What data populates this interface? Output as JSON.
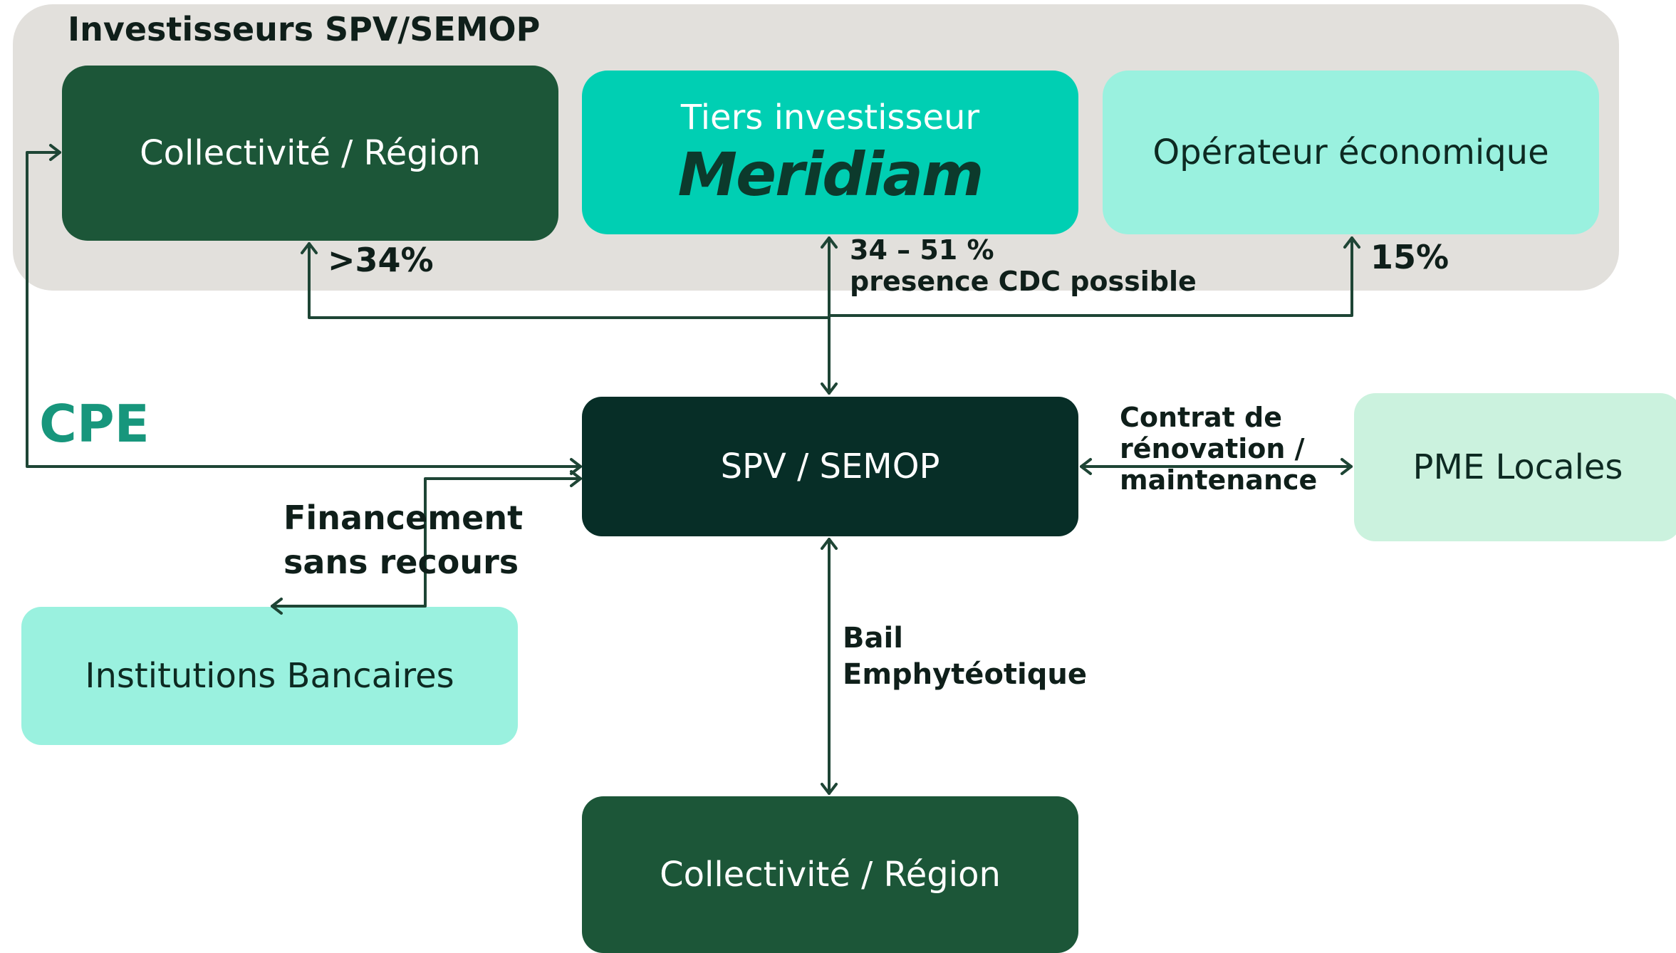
{
  "group": {
    "title": "Investisseurs SPV/SEMOP"
  },
  "nodes": {
    "collectivite_top": "Collectivité / Région",
    "tiers_title": "Tiers investisseur",
    "tiers_logo": "Meridiam",
    "operateur": "Opérateur économique",
    "spv": "SPV / SEMOP",
    "pme": "PME Locales",
    "banques": "Institutions Bancaires",
    "collectivite_bottom": "Collectivité / Région"
  },
  "labels": {
    "pct_collectivite": ">34%",
    "pct_tiers_1": "34 – 51 %",
    "pct_tiers_2": "presence CDC possible",
    "pct_operateur": "15%",
    "cpe": "CPE",
    "contrat_1": "Contrat de",
    "contrat_2": "rénovation /",
    "contrat_3": "maintenance",
    "financement_1": "Financement",
    "financement_2": "sans recours",
    "bail_1": "Bail",
    "bail_2": "Emphytéotique"
  },
  "colors": {
    "group_bg": "#e2e0dc",
    "dark_green": "#1c5638",
    "darkest_green": "#072e27",
    "teal": "#00cfb3",
    "mint": "#9af1df",
    "pale_green": "#cbf2de",
    "line": "#1e4535",
    "cpe": "#17967c"
  }
}
